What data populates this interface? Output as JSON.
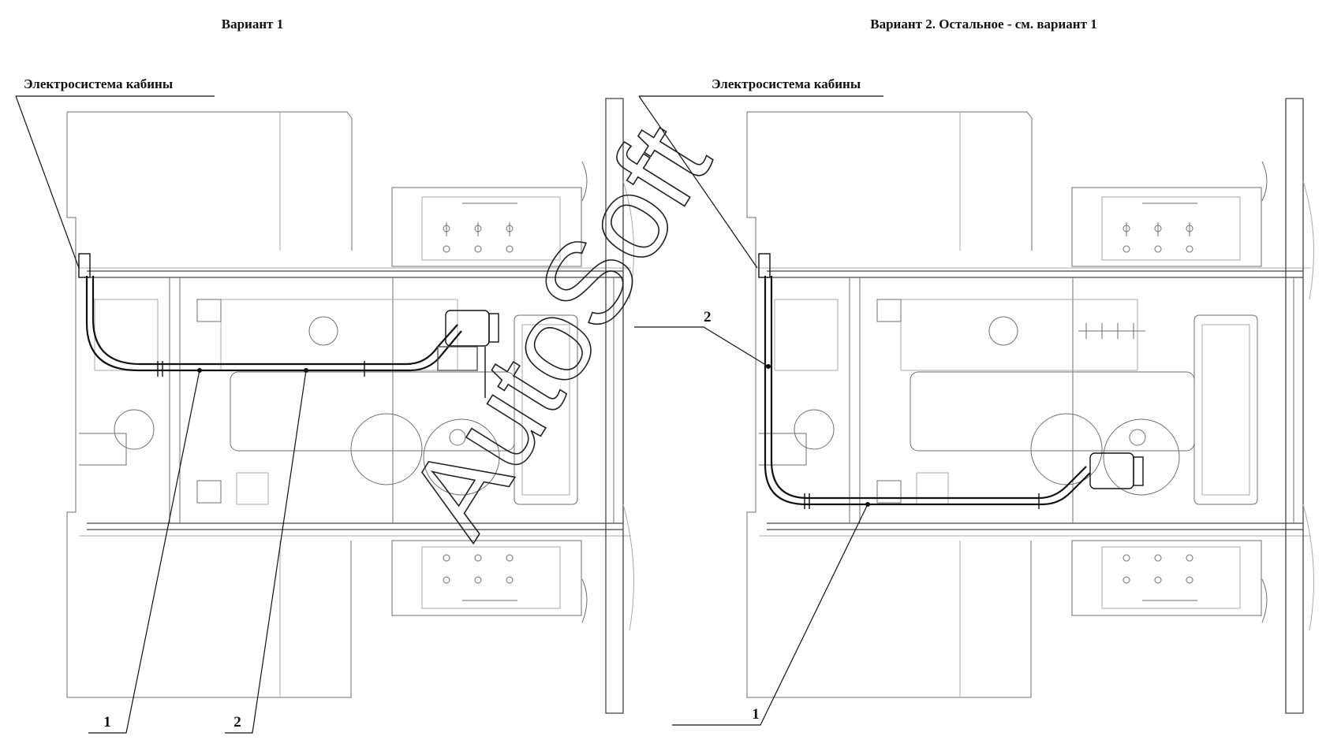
{
  "panels": [
    {
      "id": "variant1",
      "title": "Вариант 1",
      "callout_label": "Электросистема кабины",
      "item_numbers": [
        "1",
        "2"
      ]
    },
    {
      "id": "variant2",
      "title": "Вариант 2. Остальное - см. вариант 1",
      "callout_label": "Электросистема кабины",
      "item_numbers": [
        "1",
        "2"
      ]
    }
  ],
  "watermark": "AutoSoft",
  "colors": {
    "line": "#111111",
    "detail": "#6e6e6e",
    "faint": "#a9a9a9",
    "background": "#ffffff"
  }
}
